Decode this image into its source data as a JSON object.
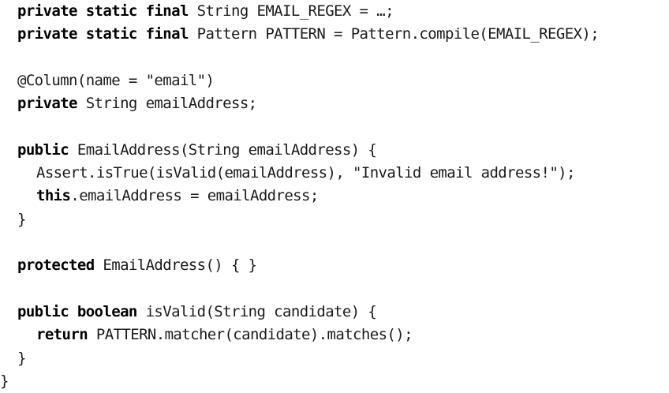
{
  "code": {
    "lines": [
      {
        "indent": 1,
        "segments": [
          {
            "t": "private static final",
            "kw": true
          },
          {
            "t": " String EMAIL_REGEX = …;",
            "kw": false
          }
        ]
      },
      {
        "indent": 1,
        "segments": [
          {
            "t": "private static final",
            "kw": true
          },
          {
            "t": " Pattern PATTERN = Pattern.compile(EMAIL_REGEX);",
            "kw": false
          }
        ]
      },
      {
        "indent": 1,
        "segments": []
      },
      {
        "indent": 1,
        "segments": [
          {
            "t": "@Column(name = \"email\")",
            "kw": false
          }
        ]
      },
      {
        "indent": 1,
        "segments": [
          {
            "t": "private",
            "kw": true
          },
          {
            "t": " String emailAddress;",
            "kw": false
          }
        ]
      },
      {
        "indent": 1,
        "segments": []
      },
      {
        "indent": 1,
        "segments": [
          {
            "t": "public",
            "kw": true
          },
          {
            "t": " EmailAddress(String emailAddress) {",
            "kw": false
          }
        ]
      },
      {
        "indent": 2,
        "segments": [
          {
            "t": "Assert.isTrue(isValid(emailAddress), \"Invalid email address!\");",
            "kw": false
          }
        ]
      },
      {
        "indent": 2,
        "segments": [
          {
            "t": "this",
            "kw": true
          },
          {
            "t": ".emailAddress = emailAddress;",
            "kw": false
          }
        ]
      },
      {
        "indent": 1,
        "segments": [
          {
            "t": "}",
            "kw": false
          }
        ]
      },
      {
        "indent": 1,
        "segments": []
      },
      {
        "indent": 1,
        "segments": [
          {
            "t": "protected",
            "kw": true
          },
          {
            "t": " EmailAddress() { }",
            "kw": false
          }
        ]
      },
      {
        "indent": 1,
        "segments": []
      },
      {
        "indent": 1,
        "segments": [
          {
            "t": "public boolean",
            "kw": true
          },
          {
            "t": " isValid(String candidate) {",
            "kw": false
          }
        ]
      },
      {
        "indent": 2,
        "segments": [
          {
            "t": "return",
            "kw": true
          },
          {
            "t": " PATTERN.matcher(candidate).matches();",
            "kw": false
          }
        ]
      },
      {
        "indent": 1,
        "segments": [
          {
            "t": "}",
            "kw": false
          }
        ]
      },
      {
        "indent": 0,
        "segments": [
          {
            "t": "}",
            "kw": false
          }
        ]
      }
    ]
  }
}
